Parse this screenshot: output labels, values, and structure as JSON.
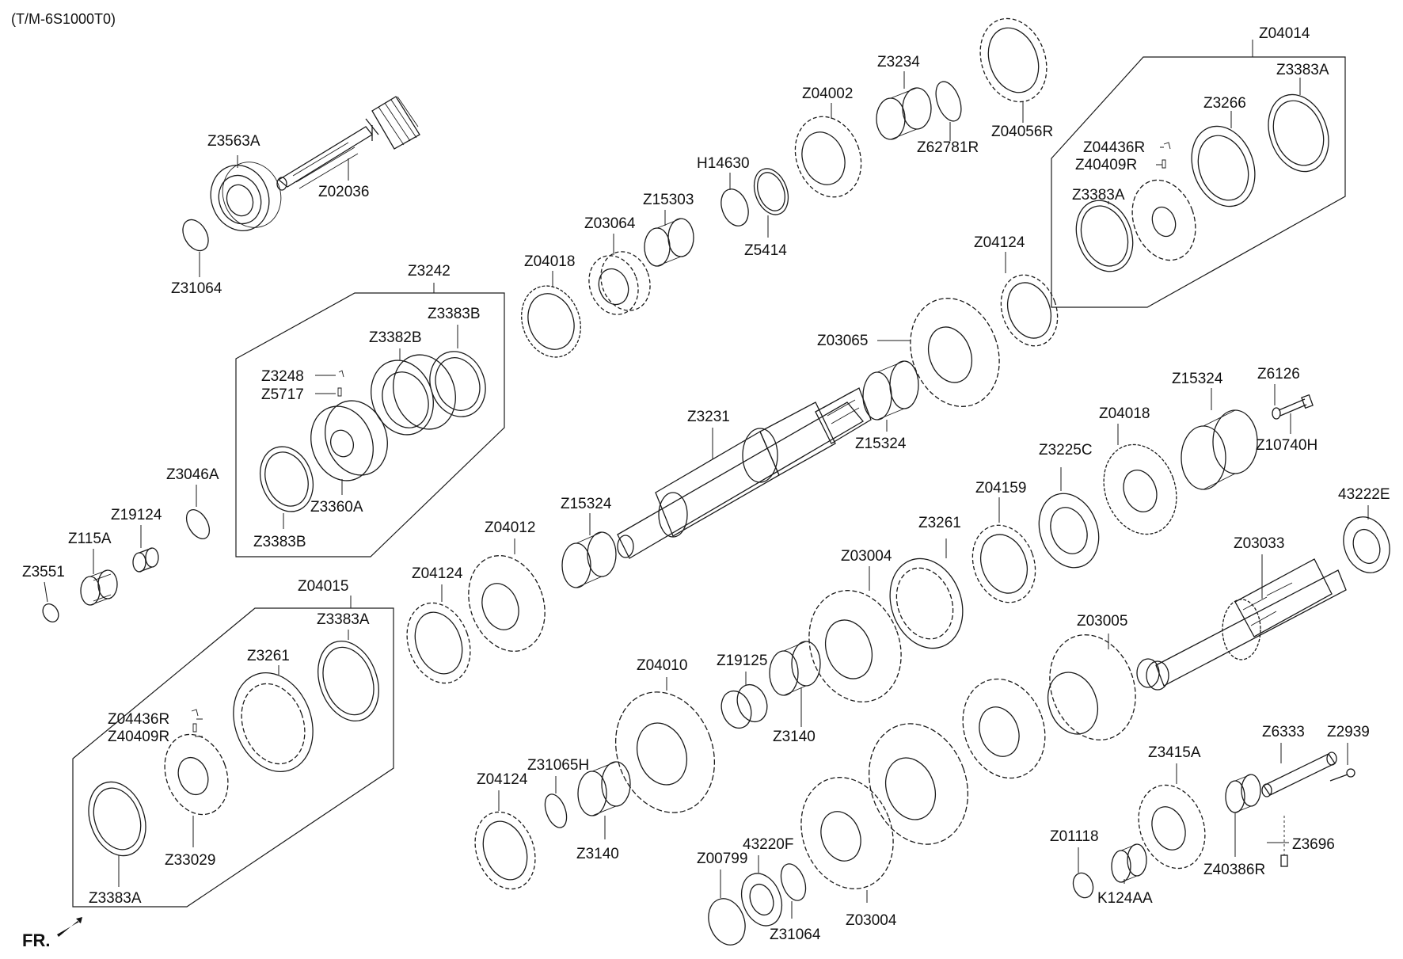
{
  "model_code": "(T/M-6S1000T0)",
  "front_indicator": "FR.",
  "groups": [
    {
      "id": "sync_upper_left",
      "label": "Z3242"
    },
    {
      "id": "sync_upper_right",
      "label": "Z04014"
    },
    {
      "id": "sync_lower_left",
      "label": "Z04015"
    }
  ],
  "part_labels": {
    "z3563a": "Z3563A",
    "z02036": "Z02036",
    "z31064_top": "Z31064",
    "z3242": "Z3242",
    "z3383b_top": "Z3383B",
    "z3382b": "Z3382B",
    "z3248": "Z3248",
    "z5717": "Z5717",
    "z3360a": "Z3360A",
    "z3383b_bottom": "Z3383B",
    "z3046a": "Z3046A",
    "z19124": "Z19124",
    "z115a": "Z115A",
    "z3551": "Z3551",
    "z04018_top": "Z04018",
    "z03064": "Z03064",
    "z15303": "Z15303",
    "h14630": "H14630",
    "z5414": "Z5414",
    "z04002": "Z04002",
    "z3234": "Z3234",
    "z62781r": "Z62781R",
    "z04056r": "Z04056R",
    "z04014": "Z04014",
    "z3383a_tr": "Z3383A",
    "z3266": "Z3266",
    "z04436r_top": "Z04436R",
    "z40409r_top": "Z40409R",
    "z3383a_tl": "Z3383A",
    "z04124_top": "Z04124",
    "z03065": "Z03065",
    "z15324_mid": "Z15324",
    "z3231": "Z3231",
    "z15324_right": "Z15324",
    "z6126": "Z6126",
    "z10740h": "Z10740H",
    "z04018_mid": "Z04018",
    "z3225c": "Z3225C",
    "z04159": "Z04159",
    "z43222e": "43222E",
    "z3261_mid": "Z3261",
    "z03033": "Z03033",
    "z04012": "Z04012",
    "z15324_left": "Z15324",
    "z04124_mid": "Z04124",
    "z03004_top": "Z03004",
    "z19125": "Z19125",
    "z3140_top": "Z3140",
    "z04010": "Z04010",
    "z03005": "Z03005",
    "z04015": "Z04015",
    "z3383a_bl_top": "Z3383A",
    "z3261_left": "Z3261",
    "z04436r_bottom": "Z04436R",
    "z40409r_bottom": "Z40409R",
    "z33029": "Z33029",
    "z3383a_bl_bottom": "Z3383A",
    "z31065h": "Z31065H",
    "z04124_bottom": "Z04124",
    "z3140_bottom": "Z3140",
    "z43220f": "43220F",
    "z00799": "Z00799",
    "z31064_bottom": "Z31064",
    "z03004_bottom": "Z03004",
    "z6333": "Z6333",
    "z2939": "Z2939",
    "z3415a": "Z3415A",
    "z01118": "Z01118",
    "z3696": "Z3696",
    "z40386r": "Z40386R",
    "k124aa": "K124AA"
  },
  "colors": {
    "ink": "#1a1a1a",
    "background": "#ffffff"
  }
}
